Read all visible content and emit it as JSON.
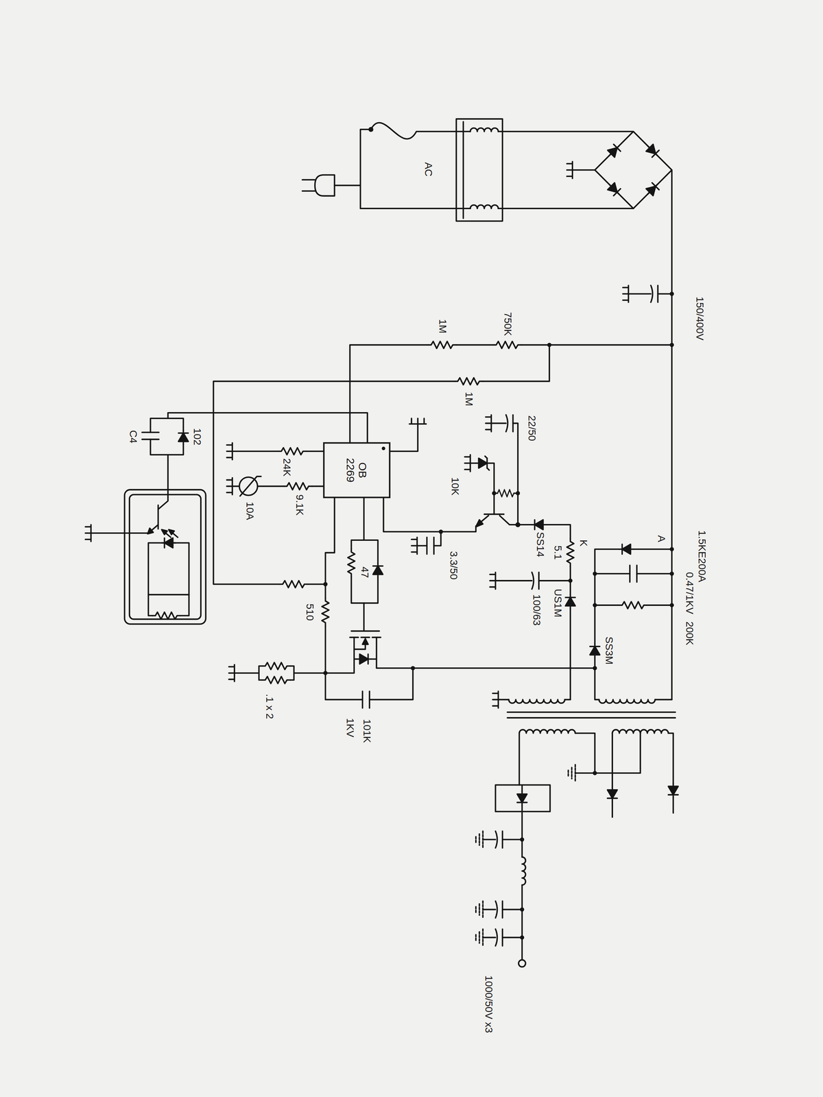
{
  "diagram": {
    "nodes": [
      {
        "text": [
          "OB 2269"
        ]
      }
    ],
    "labels": [
      "AC",
      "150/400V",
      "1M",
      "750K",
      "1M",
      "C4",
      "102",
      "24K",
      "9.1K",
      "10A",
      "510",
      "47",
      "10K",
      "3.3/50",
      "22/50",
      "SS14",
      "5.1",
      "US1M",
      "100/63",
      "K",
      "A",
      "1.5KE200A",
      "0.47/1KV",
      "200K",
      "SS3M",
      ".1 x 2",
      "101K",
      "1KV",
      "1000/50V x3"
    ]
  }
}
